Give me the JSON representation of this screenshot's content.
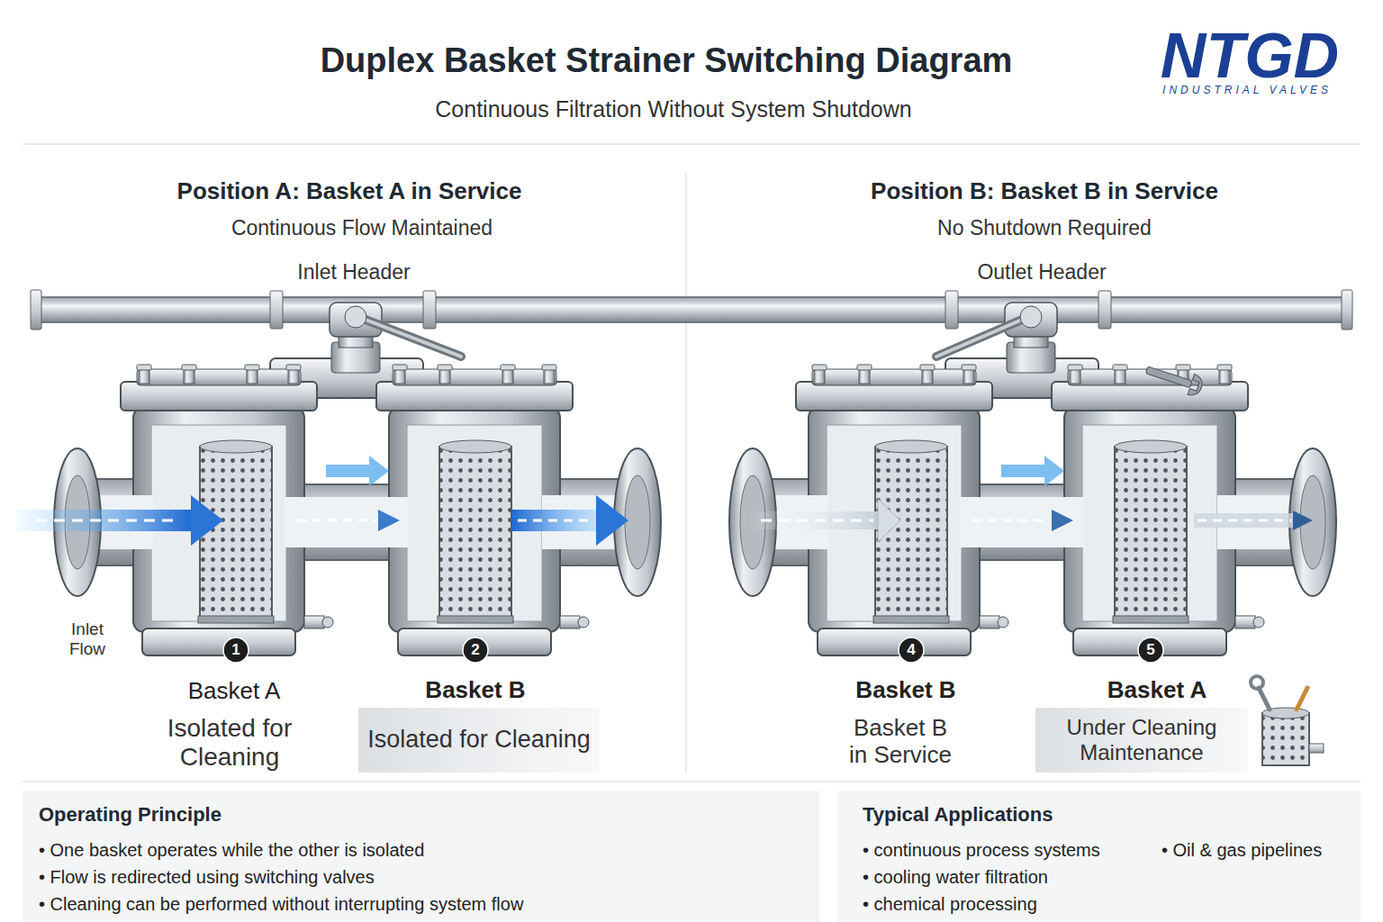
{
  "diagram": {
    "title": "Duplex Basket Strainer Switching Diagram",
    "caption": "Continuous Filtration Without System Shutdown",
    "nodes": [
      {
        "text": [
          "Isolated for Cleaning"
        ]
      },
      {
        "text": [
          "Under Cleaning Maintenance"
        ]
      },
      {
        "text": [
          "Operating Principle",
          "• One basket operates while the other is isolated",
          "• Flow is redirected using switching valves",
          "• Cleaning can be performed without interrupting system flow"
        ]
      },
      {
        "text": [
          "Typical Applications",
          "• continuous process systems",
          "• Oil & gas pipelines",
          "• cooling water filtration",
          "• chemical processing"
        ]
      }
    ],
    "labels": [
      "NTGD",
      "INDUSTRIAL VALVES",
      "Position A: Basket A in Service",
      "Continuous Flow Maintained",
      "Inlet Header",
      "Position B: Basket B in Service",
      "No Shutdown Required",
      "Outlet Header",
      "Inlet Flow",
      "1",
      "Basket A",
      "Isolated for Cleaning",
      "2",
      "Basket B",
      "4",
      "Basket B",
      "Basket B in Service",
      "5",
      "Basket A"
    ]
  }
}
